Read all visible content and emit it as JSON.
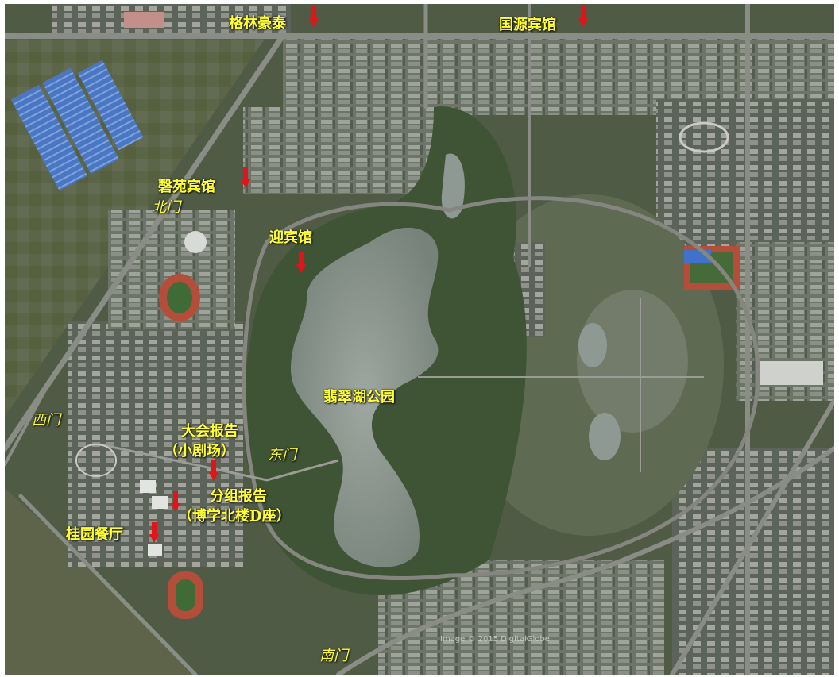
{
  "map": {
    "hotels": {
      "gelin": "格林豪泰",
      "guoyuan": "国源宾馆",
      "xinyuan": "磬苑宾馆",
      "yingbin": "迎宾馆"
    },
    "venues": {
      "plenary_line1": "大会报告",
      "plenary_line2": "（小剧场）",
      "group_line1": "分组报告",
      "group_line2": "（博学北楼D座）",
      "canteen": "桂园餐厅"
    },
    "park": "翡翠湖公园",
    "gates": {
      "north": "北门",
      "west": "西门",
      "east": "东门",
      "south": "南门"
    },
    "credit": "Image © 2015 DigitalGlobe",
    "marker_icon": "red-down-arrow-icon",
    "label_color": "#ffff33",
    "marker_color": "#e0141a"
  }
}
